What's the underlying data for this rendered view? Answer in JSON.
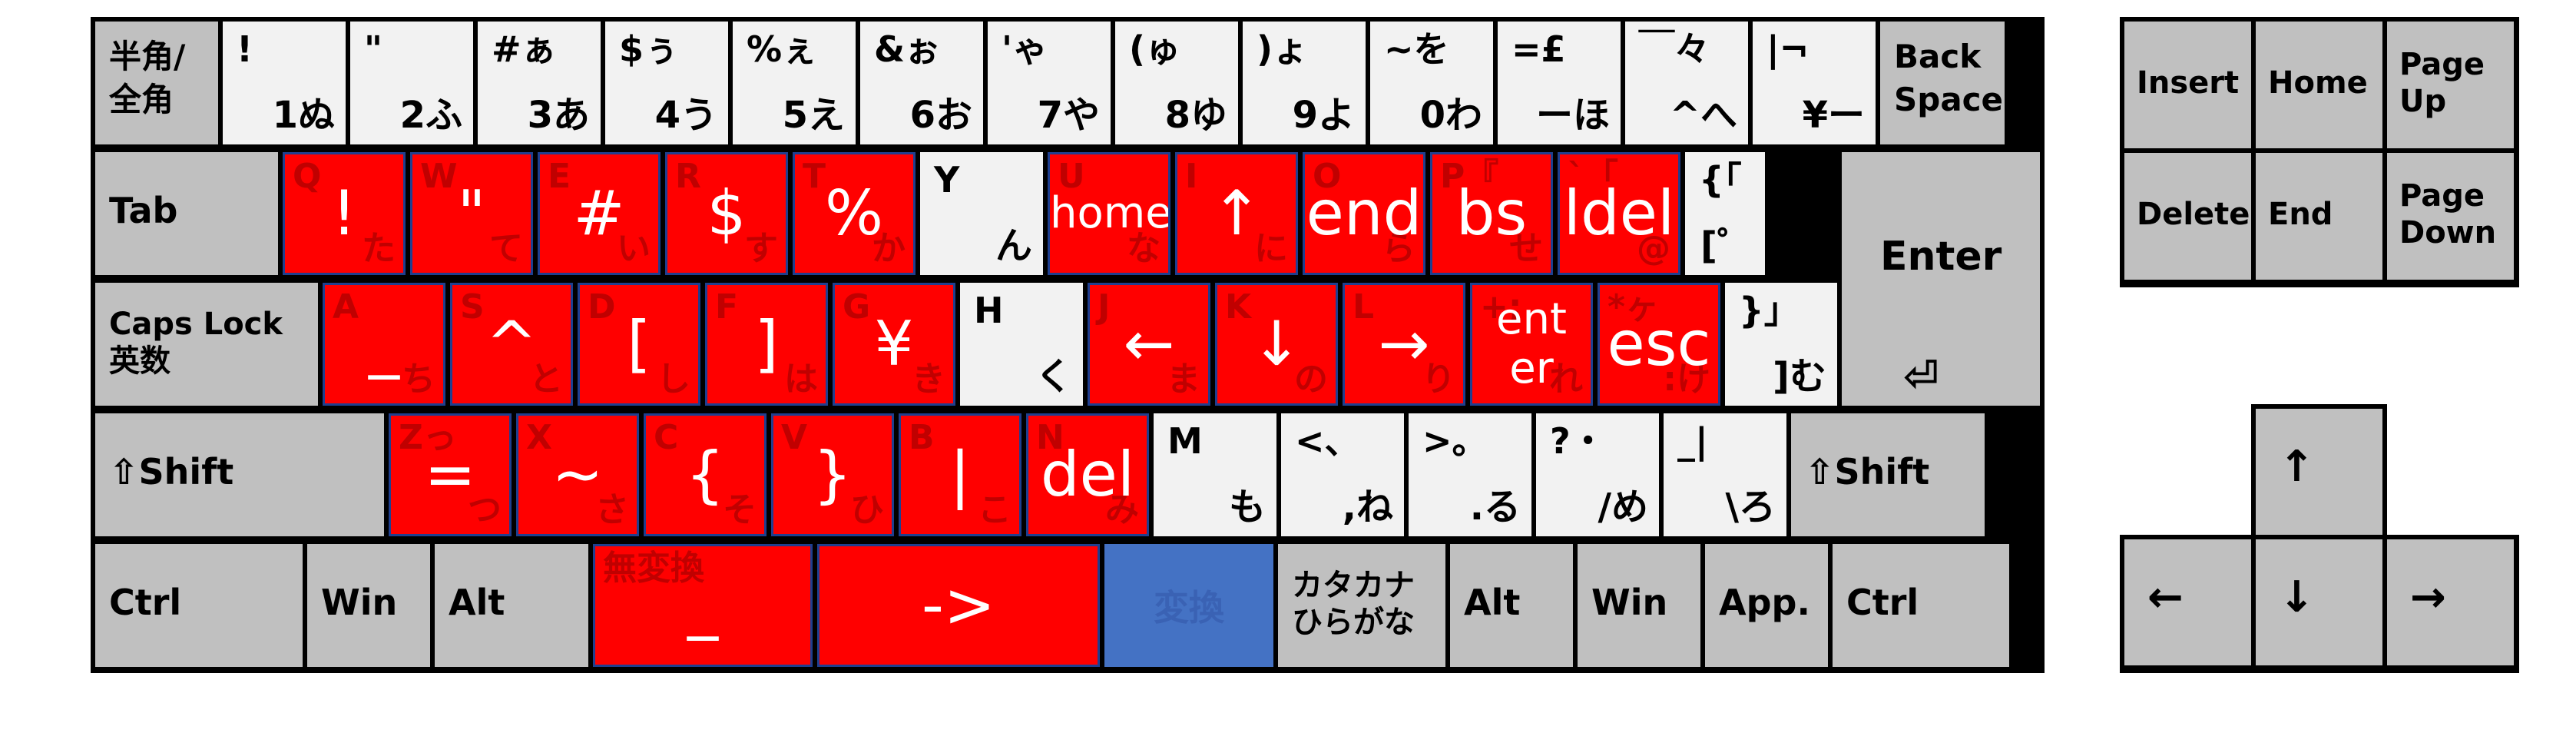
{
  "colors": {
    "frame": "#000000",
    "gray": "#c0c0c0",
    "white": "#f2f2f2",
    "red": "#ff0000",
    "blue": "#4472c4"
  },
  "row1": [
    {
      "sym": "半角/\n全角",
      "type": "gray"
    },
    {
      "sym": "!",
      "kana": "1ぬ",
      "type": "white"
    },
    {
      "sym": "\"",
      "kana": "2ふ",
      "type": "white"
    },
    {
      "sym": "#ぁ",
      "kana": "3あ",
      "type": "white"
    },
    {
      "sym": "$ぅ",
      "kana": "4う",
      "type": "white"
    },
    {
      "sym": "%ぇ",
      "kana": "5え",
      "type": "white"
    },
    {
      "sym": "&ぉ",
      "kana": "6お",
      "type": "white"
    },
    {
      "sym": "'ゃ",
      "kana": "7や",
      "type": "white"
    },
    {
      "sym": "(ゅ",
      "kana": "8ゆ",
      "type": "white"
    },
    {
      "sym": ")ょ",
      "kana": "9よ",
      "type": "white"
    },
    {
      "sym": "~を",
      "kana": "0わ",
      "type": "white"
    },
    {
      "sym": "=£",
      "kana": "ーほ",
      "type": "white"
    },
    {
      "sym": "￣々",
      "kana": "^へ",
      "type": "white"
    },
    {
      "sym": "|¬",
      "kana": "¥ー",
      "type": "white"
    },
    {
      "sym": "Back\nSpace",
      "type": "gray"
    }
  ],
  "row2": [
    {
      "label": "Tab",
      "type": "gray"
    },
    {
      "main": "!",
      "ghost": "Q",
      "ghost_kana": "た",
      "type": "red"
    },
    {
      "main": "\"",
      "ghost": "W",
      "ghost_kana": "て",
      "type": "red"
    },
    {
      "main": "#",
      "ghost": "E",
      "ghost_kana": "い",
      "type": "red"
    },
    {
      "main": "$",
      "ghost": "R",
      "ghost_kana": "す",
      "type": "red"
    },
    {
      "main": "%",
      "ghost": "T",
      "ghost_kana": "か",
      "type": "red"
    },
    {
      "sym": "Y",
      "kana": "ん",
      "type": "white"
    },
    {
      "main": "home",
      "ghost": "U",
      "ghost_kana": "な",
      "type": "red",
      "small": true
    },
    {
      "main": "↑",
      "ghost": "I",
      "ghost_kana": "に",
      "type": "red"
    },
    {
      "main": "end",
      "ghost": "O",
      "ghost_kana": "ら",
      "type": "red"
    },
    {
      "main": "bs",
      "ghost": "P『",
      "ghost_kana": "せ",
      "type": "red"
    },
    {
      "main": "ldel",
      "ghost": "`「",
      "ghost_kana": "@",
      "type": "red"
    },
    {
      "sym": "{「",
      "kana": "[゜",
      "type": "white"
    }
  ],
  "row3": [
    {
      "label": "Caps Lock\n英数",
      "type": "gray"
    },
    {
      "main": "_",
      "ghost": "A",
      "ghost_kana": "ち",
      "type": "red"
    },
    {
      "main": "^",
      "ghost": "S",
      "ghost_kana": "と",
      "type": "red"
    },
    {
      "main": "[",
      "ghost": "D",
      "ghost_kana": "し",
      "type": "red"
    },
    {
      "main": "]",
      "ghost": "F",
      "ghost_kana": "は",
      "type": "red"
    },
    {
      "main": "¥",
      "ghost": "G",
      "ghost_kana": "き",
      "type": "red"
    },
    {
      "sym": "H",
      "kana": "く",
      "type": "white"
    },
    {
      "main": "←",
      "ghost": "J",
      "ghost_kana": "ま",
      "type": "red"
    },
    {
      "main": "↓",
      "ghost": "K",
      "ghost_kana": "の",
      "type": "red"
    },
    {
      "main": "→",
      "ghost": "L",
      "ghost_kana": "り",
      "type": "red"
    },
    {
      "main": "ent\ner",
      "ghost": "+;",
      "ghost_kana": "れ",
      "type": "red",
      "small": true
    },
    {
      "main": "esc",
      "ghost": "*ヶ",
      "ghost_kana": ":け",
      "type": "red"
    },
    {
      "sym": "}」",
      "kana": "]む",
      "type": "white"
    }
  ],
  "row4": [
    {
      "label": "⇧Shift",
      "type": "gray"
    },
    {
      "main": "=",
      "ghost": "Zっ",
      "ghost_kana": "つ",
      "type": "red"
    },
    {
      "main": "~",
      "ghost": "X",
      "ghost_kana": "さ",
      "type": "red"
    },
    {
      "main": "{",
      "ghost": "C",
      "ghost_kana": "そ",
      "type": "red"
    },
    {
      "main": "}",
      "ghost": "V",
      "ghost_kana": "ひ",
      "type": "red"
    },
    {
      "main": "|",
      "ghost": "B",
      "ghost_kana": "こ",
      "type": "red"
    },
    {
      "main": "del",
      "ghost": "N",
      "ghost_kana": "み",
      "type": "red"
    },
    {
      "sym": "M",
      "kana": "も",
      "type": "white"
    },
    {
      "sym": "<、",
      "kana": ",ね",
      "type": "white"
    },
    {
      "sym": ">。",
      "kana": ".る",
      "type": "white"
    },
    {
      "sym": "?・",
      "kana": "/め",
      "type": "white"
    },
    {
      "sym": "_|",
      "kana": "\\ろ",
      "type": "white"
    },
    {
      "label": "⇧Shift",
      "type": "gray"
    }
  ],
  "row5": [
    {
      "label": "Ctrl",
      "type": "gray"
    },
    {
      "label": "Win",
      "type": "gray"
    },
    {
      "label": "Alt",
      "type": "gray"
    },
    {
      "main": "_",
      "ghost": "無変換",
      "type": "red"
    },
    {
      "main": "->",
      "type": "red"
    },
    {
      "ghost": "変換",
      "type": "blue"
    },
    {
      "label": "カタカナ\nひらがな",
      "type": "gray",
      "small": true
    },
    {
      "label": "Alt",
      "type": "gray"
    },
    {
      "label": "Win",
      "type": "gray"
    },
    {
      "label": "App.",
      "type": "gray"
    },
    {
      "label": "Ctrl",
      "type": "gray"
    }
  ],
  "enter": {
    "label": "Enter",
    "icon": "⏎"
  },
  "nav": [
    {
      "label": "Insert"
    },
    {
      "label": "Home"
    },
    {
      "label": "Page\nUp"
    },
    {
      "label": "Delete"
    },
    {
      "label": "End"
    },
    {
      "label": "Page\nDown"
    }
  ],
  "arrows": {
    "up": "↑",
    "left": "←",
    "down": "↓",
    "right": "→"
  }
}
